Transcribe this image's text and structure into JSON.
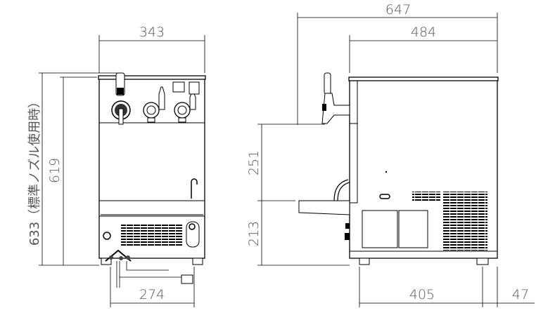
{
  "front_view": {
    "width_dim": "343",
    "body_height_dim": "619",
    "nozzle_height_dim": "633（標準ノズル使用時）",
    "base_width_dim": "274"
  },
  "side_view": {
    "overall_depth_dim": "647",
    "body_depth_dim": "484",
    "tray_height_dim": "251",
    "tray_bottom_dim": "213",
    "foot_span_dim": "405",
    "foot_offset_dim": "47"
  }
}
